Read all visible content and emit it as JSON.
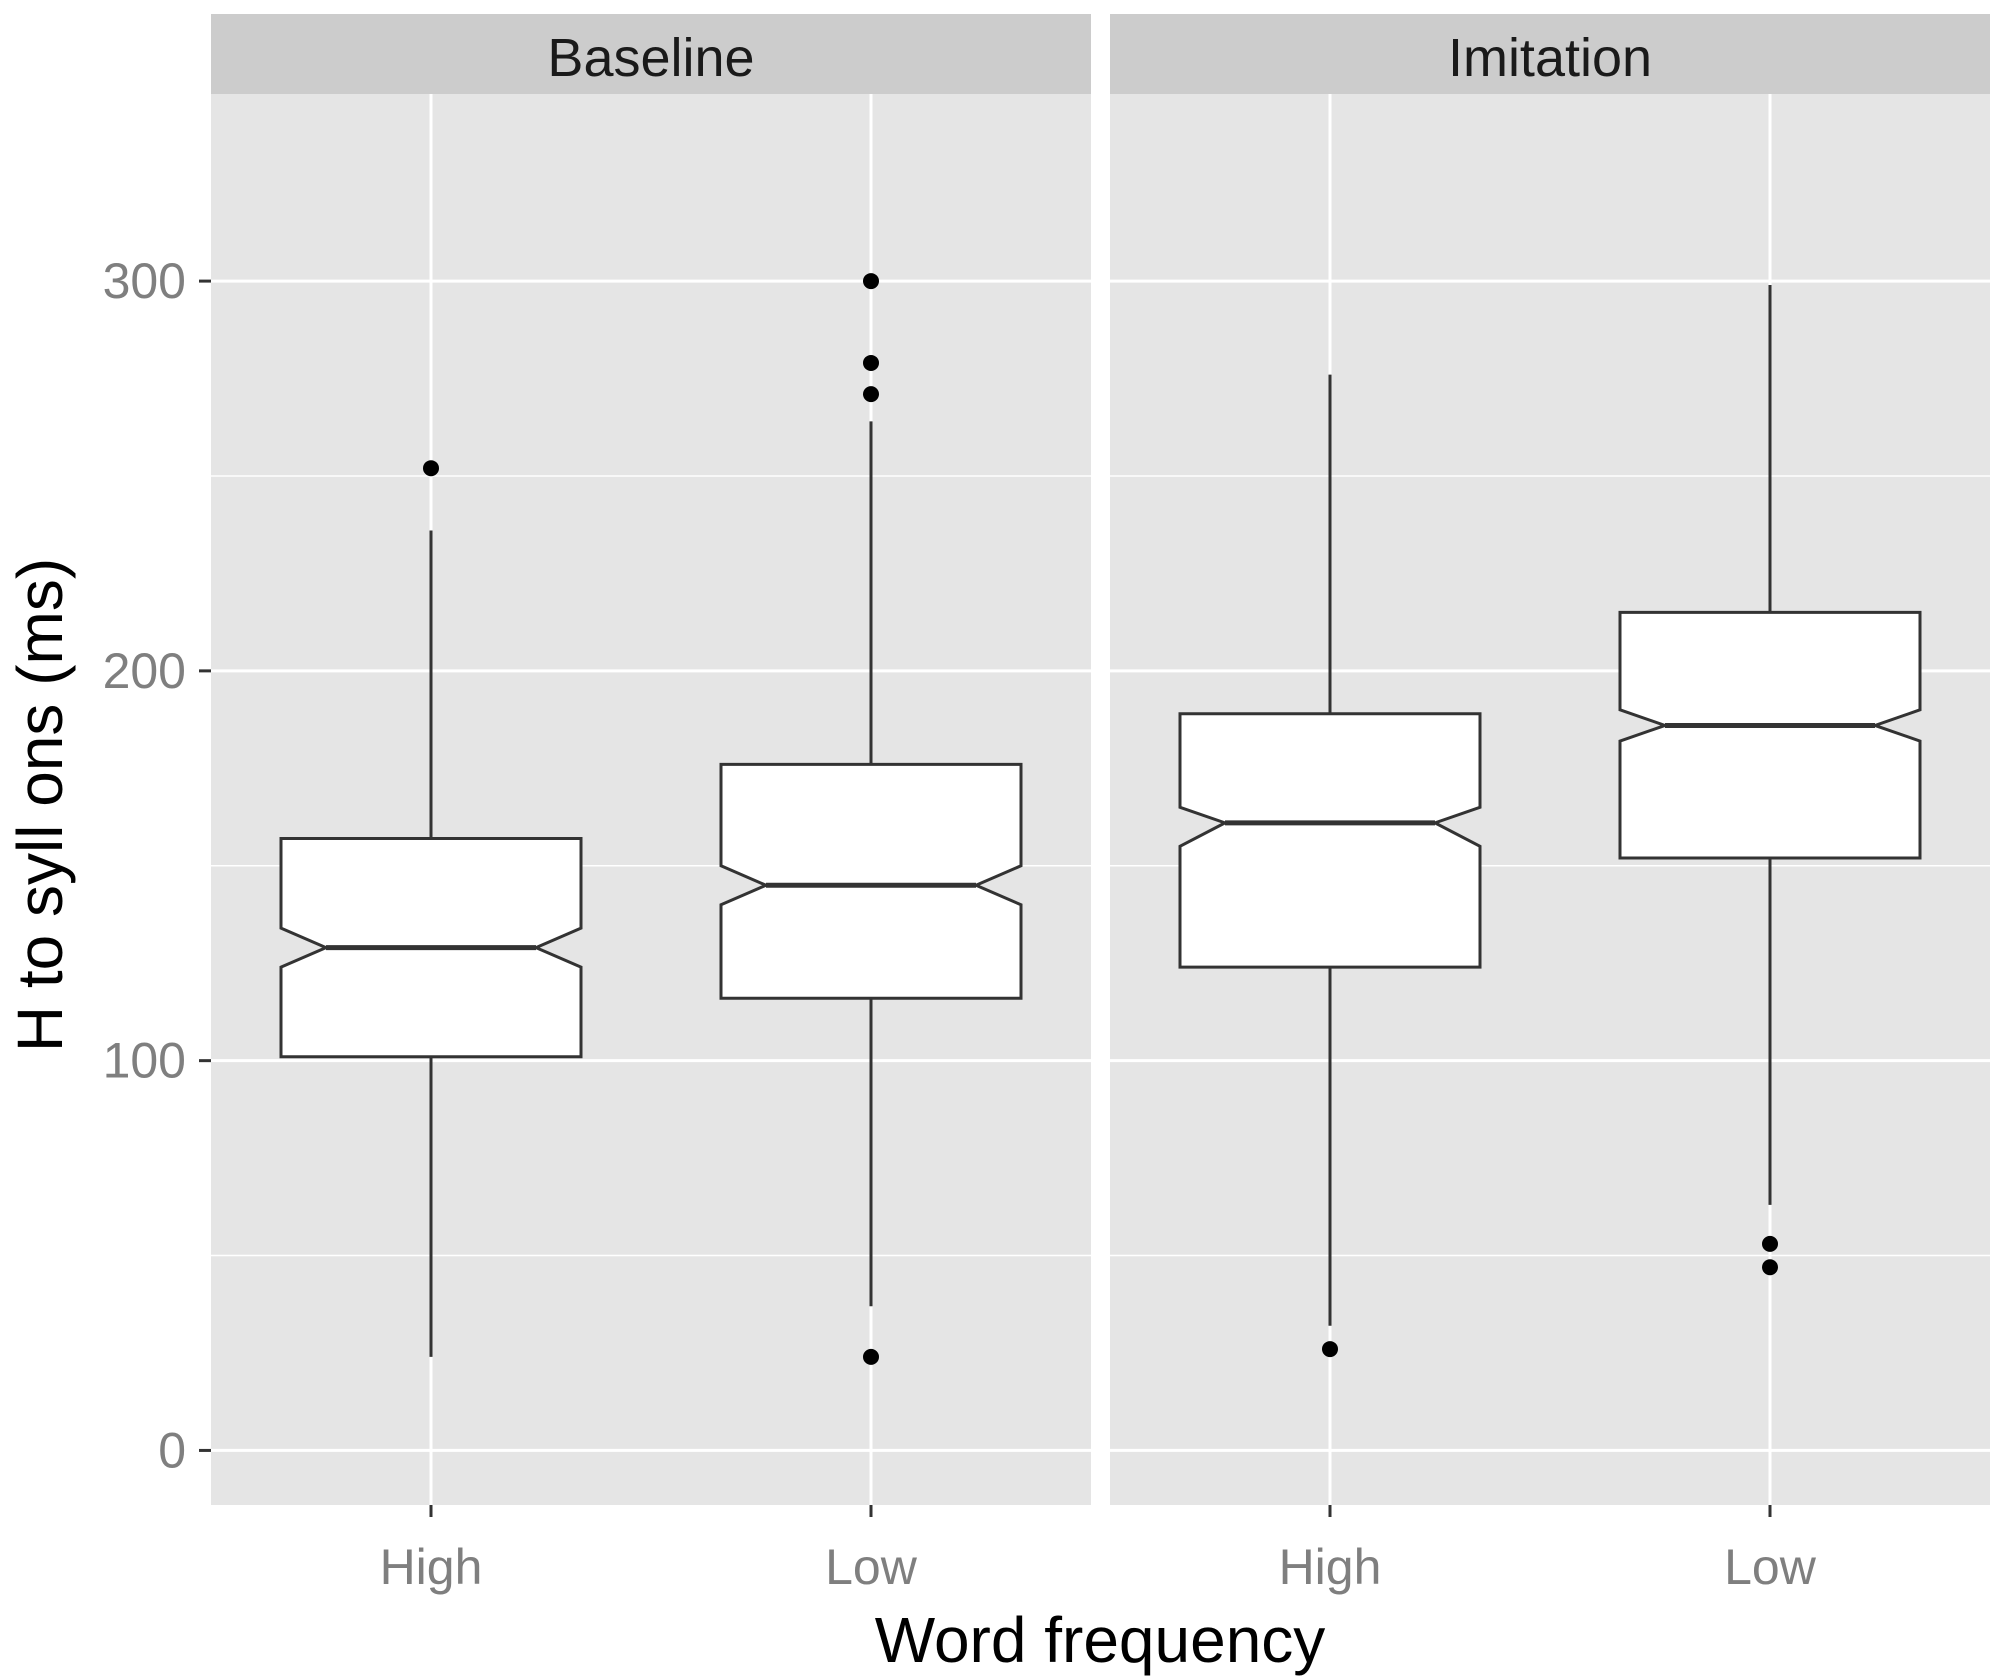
{
  "chart_data": {
    "type": "boxplot",
    "xlabel": "Word frequency",
    "ylabel": "H to syll ons (ms)",
    "ylim": [
      -14,
      348
    ],
    "yticks": [
      0,
      100,
      200,
      300
    ],
    "grid": true,
    "notched": true,
    "categories": [
      "High",
      "Low"
    ],
    "panels": [
      {
        "name": "Baseline",
        "boxes": [
          {
            "category": "High",
            "whisker_low": 24,
            "q1": 101,
            "median": 129,
            "q3": 157,
            "whisker_high": 236,
            "notch_low": 124,
            "notch_high": 134,
            "outliers": [
              252
            ]
          },
          {
            "category": "Low",
            "whisker_low": 37,
            "q1": 116,
            "median": 145,
            "q3": 176,
            "whisker_high": 264,
            "notch_low": 140,
            "notch_high": 150,
            "outliers": [
              24,
              271,
              279,
              300
            ]
          }
        ]
      },
      {
        "name": "Imitation",
        "boxes": [
          {
            "category": "High",
            "whisker_low": 32,
            "q1": 124,
            "median": 161,
            "q3": 189,
            "whisker_high": 276,
            "notch_low": 155,
            "notch_high": 165,
            "outliers": [
              26
            ]
          },
          {
            "category": "Low",
            "whisker_low": 63,
            "q1": 152,
            "median": 186,
            "q3": 215,
            "whisker_high": 299,
            "notch_low": 182,
            "notch_high": 190,
            "outliers": [
              47,
              53
            ]
          }
        ]
      }
    ]
  },
  "colors": {
    "panel_background": "#e5e5e5",
    "strip_background": "#cccccc",
    "grid_line": "#ffffff",
    "box_fill": "#ffffff",
    "box_stroke": "#333333",
    "outlier": "#000000",
    "tick_text": "#7f7f7f"
  }
}
